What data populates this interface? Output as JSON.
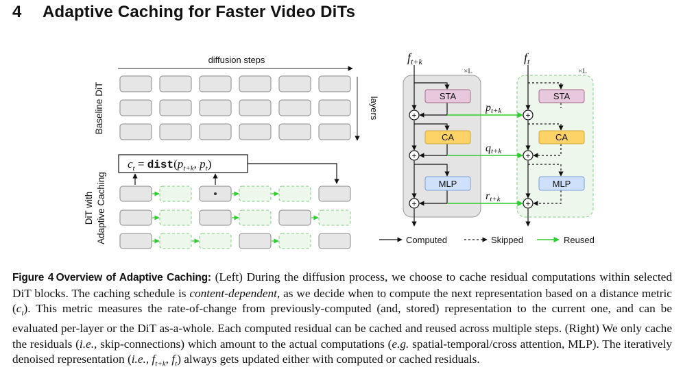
{
  "section": {
    "number": "4",
    "title": "Adaptive Caching for Faster Video DiTs"
  },
  "figure_left": {
    "top_label": "diffusion steps",
    "side_label": "layers",
    "row_label_top": "Baseline DiT",
    "row_label_bottom_1": "DiT with",
    "row_label_bottom_2": "Adaptive Caching",
    "formula_lhs": "c",
    "formula_lhs_sub": "t",
    "formula_eq": " = ",
    "formula_fn": "dist",
    "formula_arg1": "p",
    "formula_arg1_sub": "t+k",
    "formula_arg2": "p",
    "formula_arg2_sub": "t"
  },
  "figure_right": {
    "left_col_label": "f",
    "left_col_sub": "t+k",
    "right_col_label": "f",
    "right_col_sub": "t",
    "repeat_left": "×L",
    "repeat_right": "×L",
    "block_sta": "STA",
    "block_ca": "CA",
    "block_mlp": "MLP",
    "res_p": "p",
    "res_q": "q",
    "res_r": "r",
    "res_sub": "t+k",
    "legend_computed": "Computed",
    "legend_skipped": "Skipped",
    "legend_reused": "Reused"
  },
  "caption": {
    "figure_label": "Figure 4",
    "figure_title": "Overview of Adaptive Caching:",
    "t1": " (Left) During the diffusion process, we choose to cache residual computations within selected DiT blocks. The caching schedule is ",
    "t2_italic": "content-dependent",
    "t3": ", as we decide when to compute the next representation based on a distance metric (",
    "t4_math": "c",
    "t4_sub": "t",
    "t5": "). This metric measures the rate-of-change from previously-computed (and, stored) representation to the current one, and can be evaluated per-layer or the DiT as-a-whole. Each computed residual can be cached and reused across multiple steps. (Right) We only cache the residuals (",
    "t6_italic": "i.e.",
    "t7": ", skip-connections) which amount to the actual computations (",
    "t8_italic": "e.g.",
    "t9": " spatial-temporal/cross attention, MLP). The iteratively denoised representation (",
    "t10_italic": "i.e.",
    "t11": ", ",
    "t12_math": "f",
    "t12_sub": "t+k",
    "t13": ", ",
    "t14_math": "f",
    "t14_sub": "t",
    "t15": ") always gets updated either with computed or cached residuals."
  },
  "colors": {
    "computed": "#111111",
    "reused": "#2ecc2e",
    "block_fill": "#e6e6e6",
    "block_stroke": "#8a8a8a",
    "cached_fill": "#eef7ec",
    "cached_stroke": "#7fc97f",
    "sta_fill": "#e8c8dc",
    "ca_fill": "#fdd267",
    "mlp_fill": "#cfe0fb"
  }
}
